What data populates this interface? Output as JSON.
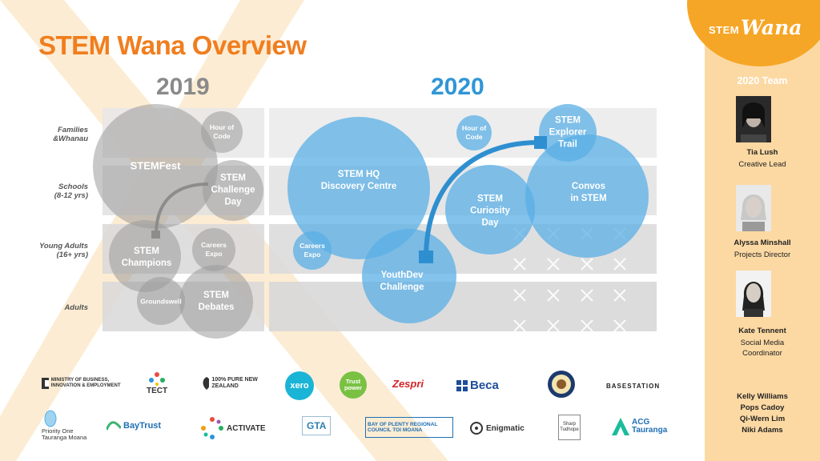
{
  "title": "STEM Wana Overview",
  "years": {
    "left": "2019",
    "right": "2020"
  },
  "rows": [
    {
      "label": "Families\n&Whanau"
    },
    {
      "label": "Schools\n(8-12 yrs)"
    },
    {
      "label": "Young Adults\n(16+ yrs)"
    },
    {
      "label": "Adults"
    }
  ],
  "bubbles_2019": {
    "stemfest": "STEMFest",
    "hour_of_code": "Hour of\nCode",
    "challenge_day": "STEM\nChallenge\nDay",
    "champions": "STEM\nChampions",
    "careers_expo": "Careers\nExpo",
    "groundswell": "Groundswell",
    "debates": "STEM\nDebates"
  },
  "bubbles_2020": {
    "hq": "STEM HQ\nDiscovery Centre",
    "hour_of_code": "Hour of\nCode",
    "explorer_trail": "STEM\nExplorer\nTrail",
    "curiosity_day": "STEM\nCuriosity\nDay",
    "convos": "Convos\nin STEM",
    "careers_expo": "Careers\nExpo",
    "youthdev": "YouthDev\nChallenge"
  },
  "colors": {
    "orange": "#f07e1f",
    "blue": "#2f96d6",
    "grey": "#8a8a8a",
    "sidebar": "#fcd9a3",
    "logo": "#f6a626"
  },
  "sidebar": {
    "logo_stem": "STEM",
    "logo_wana": "Wana",
    "team_title": "2020 Team",
    "members": [
      {
        "name": "Tia Lush",
        "role": "Creative Lead"
      },
      {
        "name": "Alyssa Minshall",
        "role": "Projects Director"
      },
      {
        "name": "Kate Tennent",
        "role": "Social Media\nCoordinator"
      }
    ],
    "others": [
      "Kelly Williams",
      "Pops Cadoy",
      "Qi-Wern Lim",
      "Niki Adams"
    ]
  },
  "sponsors": {
    "row1": [
      "MINISTRY OF BUSINESS, INNOVATION & EMPLOYMENT",
      "TECT",
      "100% PURE NEW ZEALAND",
      "xero",
      "Trust power",
      "Zespri",
      "Beca",
      "",
      "BASESTATION"
    ],
    "row2": [
      "Priority One Tauranga Moana",
      "BayTrust",
      "ACTIVATE",
      "GTA",
      "BAY OF PLENTY REGIONAL COUNCIL TOI MOANA",
      "Enigmatic",
      "Sharp Tudhope",
      "ACG Tauranga"
    ]
  }
}
